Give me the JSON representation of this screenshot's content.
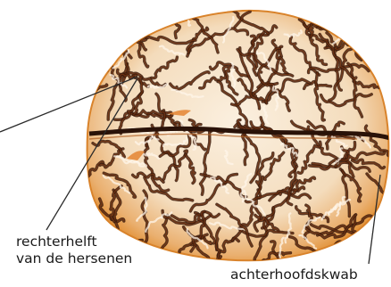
{
  "labels": {
    "right_hemisphere_line1": "rechterhelft",
    "right_hemisphere_line2": "van de hersenen",
    "occipital_lobe": "achterhoofdskwab"
  },
  "colors": {
    "brain_fill": "#f6e2c4",
    "brain_glow": "#f2a33a",
    "sulcus_dark": "#3b1b0c",
    "sulcus_mid": "#8a3d14",
    "highlight": "#fff6ea",
    "leader_line": "#2a2a2a"
  }
}
